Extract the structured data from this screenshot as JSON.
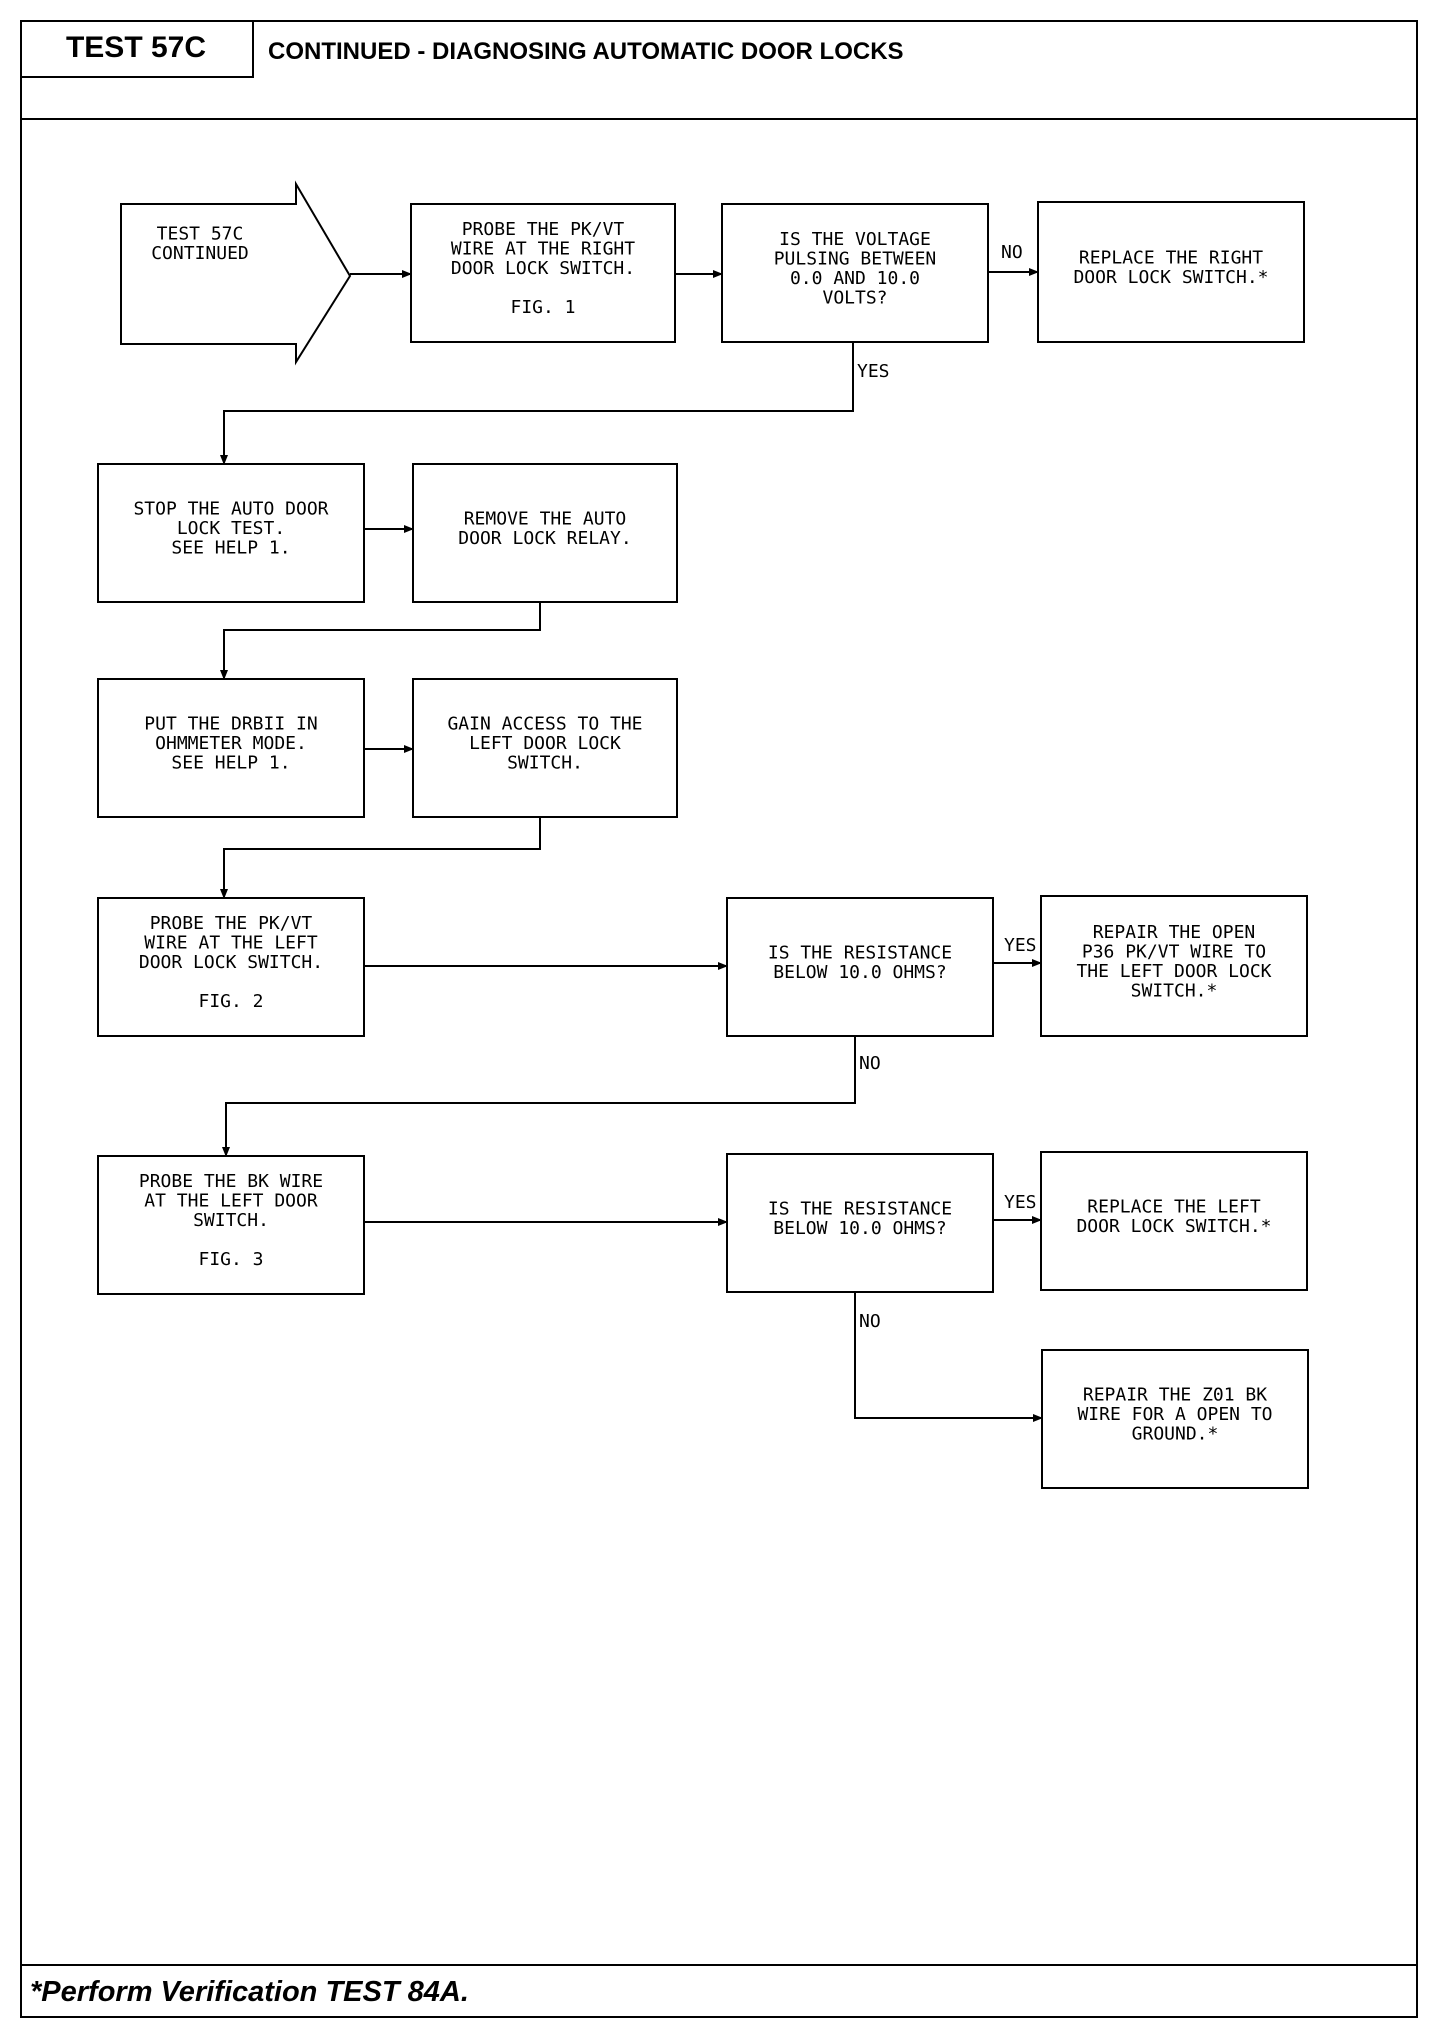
{
  "header": {
    "test_id": "TEST 57C",
    "title": "CONTINUED - DIAGNOSING AUTOMATIC DOOR LOCKS"
  },
  "footer": {
    "note": "*Perform Verification TEST 84A."
  },
  "nodes": {
    "start": [
      "TEST 57C",
      "CONTINUED"
    ],
    "probe_right": [
      "PROBE THE PK/VT",
      "WIRE AT THE RIGHT",
      "DOOR LOCK SWITCH.",
      "",
      "FIG. 1"
    ],
    "voltage_q": [
      "IS THE VOLTAGE",
      "PULSING BETWEEN",
      "0.0 AND 10.0",
      "VOLTS?"
    ],
    "replace_right": [
      "REPLACE THE RIGHT",
      "DOOR LOCK SWITCH.*"
    ],
    "stop_test": [
      "STOP THE AUTO DOOR",
      "LOCK TEST.",
      "SEE HELP 1."
    ],
    "remove_relay": [
      "REMOVE THE AUTO",
      "DOOR LOCK RELAY."
    ],
    "drbii_ohm": [
      "PUT THE DRBII IN",
      "OHMMETER MODE.",
      "SEE HELP 1."
    ],
    "gain_access": [
      "GAIN ACCESS TO THE",
      "LEFT DOOR LOCK",
      "SWITCH."
    ],
    "probe_left": [
      "PROBE THE PK/VT",
      "WIRE AT THE LEFT",
      "DOOR LOCK SWITCH.",
      "",
      "FIG. 2"
    ],
    "resist_q1": [
      "IS THE RESISTANCE",
      "BELOW 10.0 OHMS?"
    ],
    "repair_open": [
      "REPAIR THE OPEN",
      "P36 PK/VT WIRE TO",
      "THE LEFT DOOR LOCK",
      "SWITCH.*"
    ],
    "probe_bk": [
      "PROBE THE BK WIRE",
      "AT THE LEFT DOOR",
      "SWITCH.",
      "",
      "FIG. 3"
    ],
    "resist_q2": [
      "IS THE RESISTANCE",
      "BELOW 10.0 OHMS?"
    ],
    "replace_left": [
      "REPLACE THE LEFT",
      "DOOR LOCK SWITCH.*"
    ],
    "repair_z01": [
      "REPAIR THE Z01 BK",
      "WIRE FOR A OPEN TO",
      "GROUND.*"
    ]
  },
  "edge_labels": {
    "voltage_no": "NO",
    "voltage_yes": "YES",
    "resist1_yes": "YES",
    "resist1_no": "NO",
    "resist2_yes": "YES",
    "resist2_no": "NO"
  }
}
